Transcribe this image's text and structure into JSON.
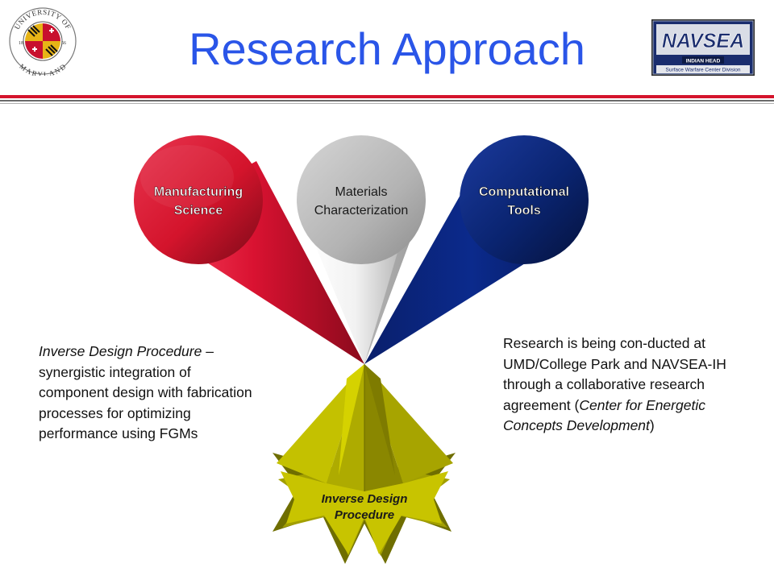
{
  "title": "Research Approach",
  "logos": {
    "left_seal": {
      "top_text": "UNIVERSITY OF",
      "bottom_text": "MARYLAND",
      "year_left": "18",
      "year_right": "56"
    },
    "right_logo": {
      "wordmark": "NAVSEA",
      "subtitle": "INDIAN HEAD",
      "division": "Surface Warfare Center Division"
    }
  },
  "diagram": {
    "circles": [
      {
        "line1": "Manufacturing",
        "line2": "Science",
        "color": "#c8102e"
      },
      {
        "line1": "Materials",
        "line2": "Characterization",
        "color": "#b3b3b3"
      },
      {
        "line1": "Computational",
        "line2": "Tools",
        "color": "#0a2470"
      }
    ],
    "star": {
      "line1": "Inverse Design",
      "line2": "Procedure",
      "color": "#b8b400"
    }
  },
  "left_text": {
    "italic_lead": "Inverse Design Procedure",
    "rest": " – synergistic integration of component design with fabrication processes for optimizing performance using FGMs"
  },
  "right_text": {
    "part1": "Research is being con-ducted at UMD/College Park and NAVSEA-IH through a collaborative research agreement (",
    "italic": "Center for Energetic Concepts Development",
    "part2": ")"
  },
  "colors": {
    "title": "#2a55e8",
    "rule_red": "#d4142c",
    "red": "#c8102e",
    "gray": "#b3b3b3",
    "navy": "#0a2470",
    "olive": "#b8b400"
  }
}
